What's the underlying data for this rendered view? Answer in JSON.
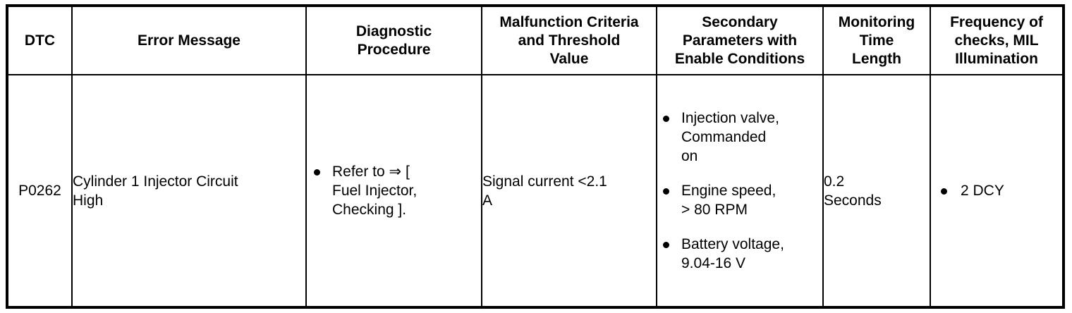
{
  "table": {
    "columns": [
      {
        "key": "dtc",
        "label": "DTC"
      },
      {
        "key": "msg",
        "label": "Error Message"
      },
      {
        "key": "proc",
        "label": "Diagnostic\nProcedure"
      },
      {
        "key": "crit",
        "label": "Malfunction Criteria\nand Threshold\nValue"
      },
      {
        "key": "sec",
        "label": "Secondary\nParameters with\nEnable Conditions"
      },
      {
        "key": "mon",
        "label": "Monitoring\nTime\nLength"
      },
      {
        "key": "freq",
        "label": "Frequency of\nchecks, MIL\nIllumination"
      }
    ],
    "rows": [
      {
        "dtc": "P0262",
        "msg": "Cylinder 1 Injector Circuit\nHigh",
        "proc_bullets": [
          "Refer to ⇒ [\nFuel Injector,\nChecking ]."
        ],
        "crit": "Signal current <2.1\nA",
        "sec_bullets": [
          "Injection valve,\nCommanded\non",
          "Engine speed,\n> 80 RPM",
          "Battery voltage,\n9.04-16 V"
        ],
        "mon": "0.2\nSeconds",
        "freq_bullets": [
          "2 DCY"
        ]
      }
    ]
  },
  "style": {
    "text_color": "#000000",
    "background": "#ffffff",
    "border_color": "#000000"
  }
}
